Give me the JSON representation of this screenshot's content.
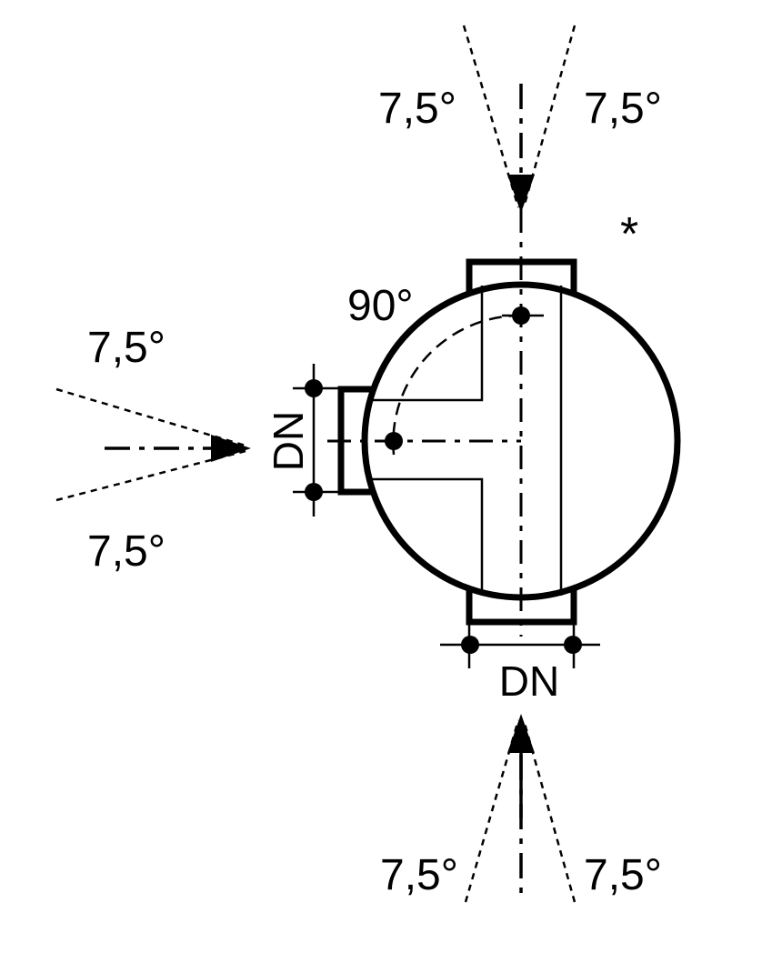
{
  "colors": {
    "ink": "#000000",
    "background": "#ffffff"
  },
  "labels": {
    "top_left_angle": "7,5°",
    "top_right_angle": "7,5°",
    "left_upper_angle": "7,5°",
    "left_lower_angle": "7,5°",
    "bottom_left_angle": "7,5°",
    "bottom_right_angle": "7,5°",
    "arc_angle": "90°",
    "side_port_dn": "DN",
    "bottom_port_dn": "DN",
    "asterisk": "*"
  }
}
